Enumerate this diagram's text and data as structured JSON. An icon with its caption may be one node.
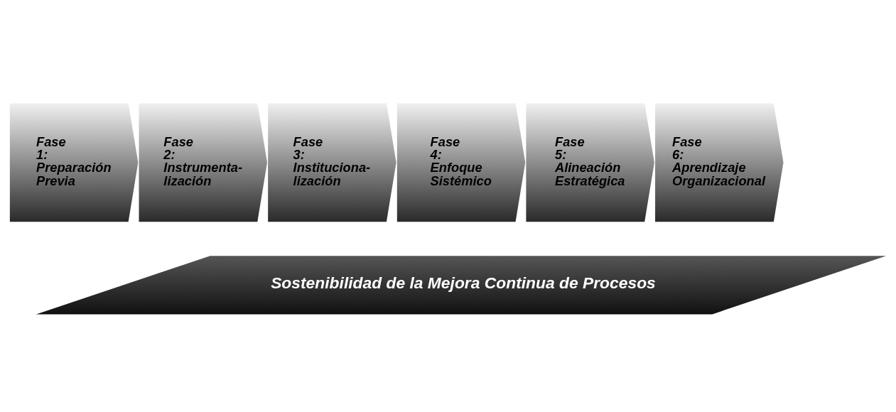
{
  "diagram": {
    "nodes": [
      {
        "text": [
          "Fase 1:",
          "Preparación Previa"
        ]
      },
      {
        "text": [
          "Fase 2:",
          "Instrumenta- lización"
        ]
      },
      {
        "text": [
          "Fase 3:",
          "Instituciona- lización"
        ]
      },
      {
        "text": [
          "Fase 4:",
          "Enfoque Sistémico"
        ]
      },
      {
        "text": [
          "Fase 5:",
          "Alineación Estratégica"
        ]
      },
      {
        "text": [
          "Fase 6:",
          "Aprendizaje Organizacional"
        ]
      },
      {
        "text": [
          "Sostenibilidad de la Mejora Continua de Procesos"
        ]
      }
    ],
    "edges": []
  }
}
